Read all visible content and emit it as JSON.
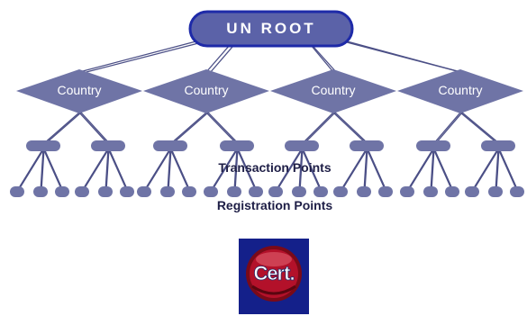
{
  "diagram": {
    "root": {
      "label": "UN ROOT"
    },
    "countries": [
      {
        "label": "Country"
      },
      {
        "label": "Country"
      },
      {
        "label": "Country"
      },
      {
        "label": "Country"
      }
    ],
    "transaction_points_caption": "Transaction Points",
    "registration_points_caption": "Registration Points",
    "cert_logo": {
      "text": "Cert."
    }
  },
  "colors": {
    "root_fill": "#5b62a8",
    "root_border": "#1e2aa8",
    "node_fill": "#6f74a6",
    "line": "#4b4f86",
    "logo_bg": "#14208a",
    "logo_red": "#b3112a"
  }
}
